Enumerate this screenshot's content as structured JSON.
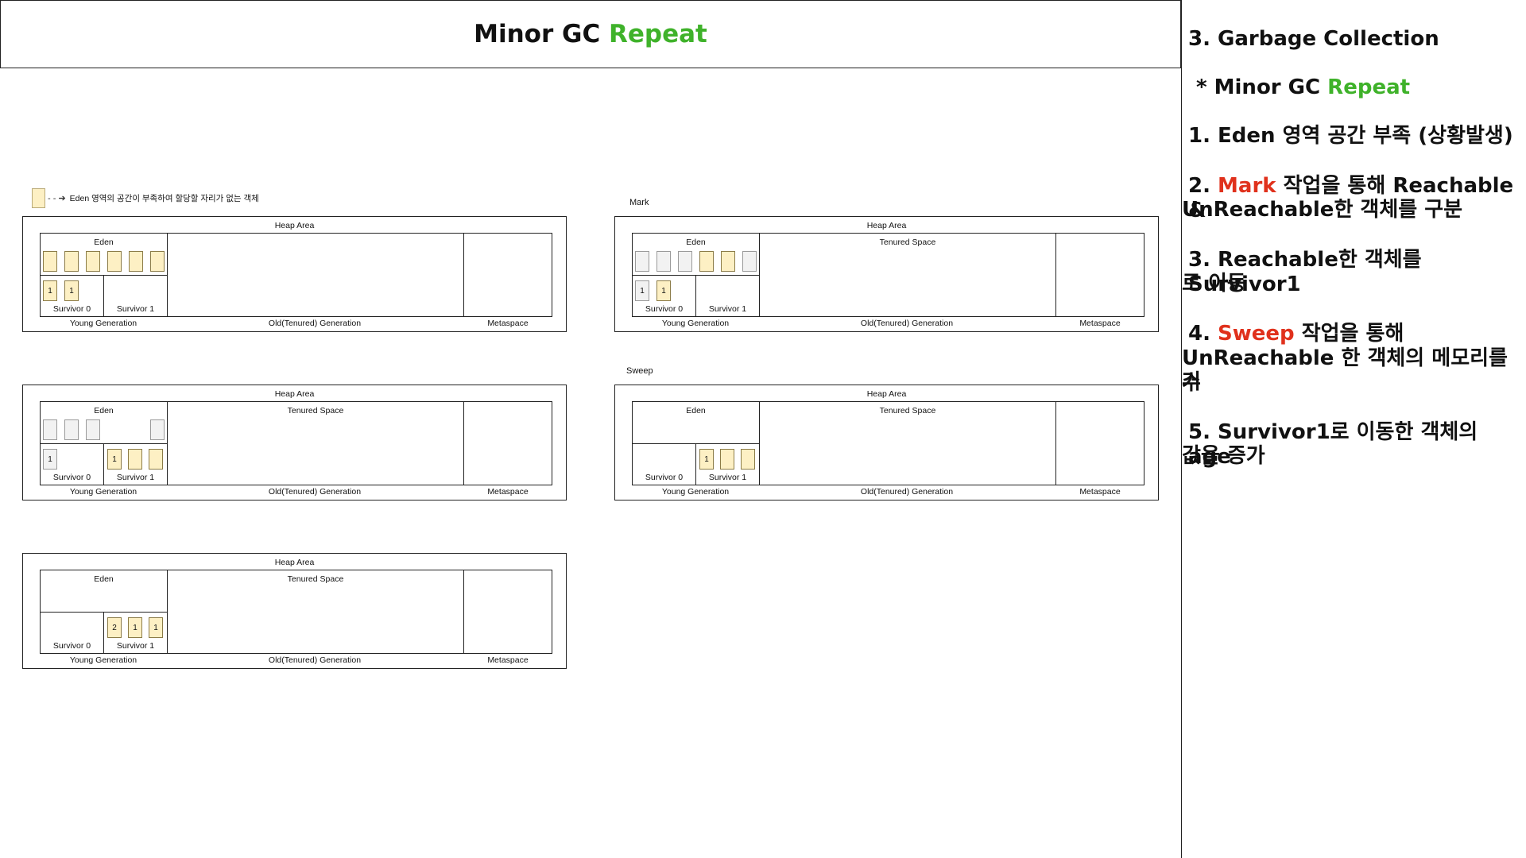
{
  "title": {
    "prefix": "Minor GC",
    "highlight": "Repeat"
  },
  "sidebar": {
    "heading": "3. Garbage Collection",
    "subheading_prefix": "* Minor GC",
    "subheading_highlight": "Repeat",
    "step1": "1. Eden 영역 공간 부족 (상황발생)",
    "step2_prefix": "2.",
    "step2_highlight": "Mark",
    "step2_line1_rest": "작업을 통해 Reachable &",
    "step2_line2": "UnReachable한 객체를 구분",
    "step3_line1": "3. Reachable한 객체를 Survivor1",
    "step3_line2": "로 이동",
    "step4_prefix": "4.",
    "step4_highlight": "Sweep",
    "step4_line1_rest": "작업을 통해",
    "step4_line2": "UnReachable 한 객체의 메모리를 수",
    "step4_line3": "거",
    "step5_line1": "5. Survivor1로 이동한 객체의 age",
    "step5_line2": "값을 증가"
  },
  "legend": {
    "text": "Eden 영역의 공간이 부족하여 할당할 자리가 없는 객체"
  },
  "step_labels": {
    "mark": "Mark",
    "sweep": "Sweep"
  },
  "labels": {
    "heap": "Heap Area",
    "eden": "Eden",
    "tenured": "Tenured Space",
    "s0": "Survivor 0",
    "s1": "Survivor 1",
    "young": "Young Generation",
    "old": "Old(Tenured) Generation",
    "meta": "Metaspace"
  },
  "colors": {
    "live_object": "#fdf0c4",
    "dead_object": "#f2f2f2",
    "highlight_green": "#3fb22a",
    "highlight_red": "#e0311c"
  },
  "diagrams": [
    {
      "id": "initial",
      "show_tenured": false,
      "eden": [
        "live",
        "live",
        "live",
        "live",
        "live",
        "live"
      ],
      "s0": [
        {
          "s": "live",
          "v": "1"
        },
        {
          "s": "live",
          "v": "1"
        }
      ],
      "s1": []
    },
    {
      "id": "mark",
      "show_tenured": true,
      "eden": [
        "dead",
        "dead",
        "dead",
        "live",
        "live",
        "dead"
      ],
      "s0": [
        {
          "s": "dead",
          "v": "1"
        },
        {
          "s": "live",
          "v": "1"
        }
      ],
      "s1": []
    },
    {
      "id": "move",
      "show_tenured": true,
      "eden": [
        "dead",
        "dead",
        "dead",
        null,
        null,
        "dead"
      ],
      "s0": [
        {
          "s": "dead",
          "v": "1"
        }
      ],
      "s1": [
        {
          "s": "live",
          "v": "1"
        },
        {
          "s": "live",
          "v": ""
        },
        {
          "s": "live",
          "v": ""
        }
      ]
    },
    {
      "id": "sweep",
      "show_tenured": true,
      "eden": [],
      "s0": [],
      "s1": [
        {
          "s": "live",
          "v": "1"
        },
        {
          "s": "live",
          "v": ""
        },
        {
          "s": "live",
          "v": ""
        }
      ]
    },
    {
      "id": "age",
      "show_tenured": true,
      "eden": [],
      "s0": [],
      "s1": [
        {
          "s": "live",
          "v": "2"
        },
        {
          "s": "live",
          "v": "1"
        },
        {
          "s": "live",
          "v": "1"
        }
      ]
    }
  ]
}
